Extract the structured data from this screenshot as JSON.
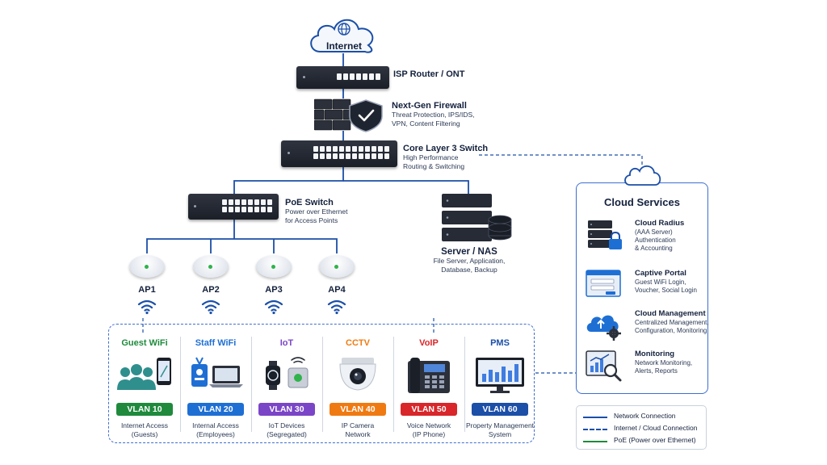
{
  "internet": {
    "label": "Internet"
  },
  "devices": {
    "isp": {
      "title": "ISP Router / ONT"
    },
    "firewall": {
      "title": "Next-Gen Firewall",
      "lines": [
        "Threat Protection, IPS/IDS,",
        "VPN, Content Filtering"
      ]
    },
    "core": {
      "title": "Core Layer 3 Switch",
      "lines": [
        "High Performance",
        "Routing & Switching"
      ]
    },
    "poe": {
      "title": "PoE Switch",
      "lines": [
        "Power over Ethernet",
        "for Access Points"
      ]
    },
    "server": {
      "title": "Server / NAS",
      "lines": [
        "File Server, Application,",
        "Database, Backup"
      ]
    }
  },
  "access_points": [
    "AP1",
    "AP2",
    "AP3",
    "AP4"
  ],
  "vlans": [
    {
      "name": "Guest WiFi",
      "badge": "VLAN 10",
      "desc": [
        "Internet Access",
        "(Guests)"
      ],
      "color": "#1f8a3c",
      "icon": "users-phone-icon"
    },
    {
      "name": "Staff WiFi",
      "badge": "VLAN 20",
      "desc": [
        "Internal Access",
        "(Employees)"
      ],
      "color": "#1e6fd4",
      "icon": "badge-laptop-icon"
    },
    {
      "name": "IoT",
      "badge": "VLAN 30",
      "desc": [
        "IoT Devices",
        "(Segregated)"
      ],
      "color": "#7b45c7",
      "icon": "watch-sensor-icon"
    },
    {
      "name": "CCTV",
      "badge": "VLAN 40",
      "desc": [
        "IP Camera",
        "Network"
      ],
      "color": "#f07a12",
      "icon": "camera-icon"
    },
    {
      "name": "VoIP",
      "badge": "VLAN 50",
      "desc": [
        "Voice Network",
        "(IP Phone)"
      ],
      "color": "#d8262a",
      "icon": "ip-phone-icon"
    },
    {
      "name": "PMS",
      "badge": "VLAN 60",
      "desc": [
        "Property Management",
        "System"
      ],
      "color": "#1b4fa8",
      "icon": "monitor-chart-icon"
    }
  ],
  "cloud_services": {
    "title": "Cloud Services",
    "items": [
      {
        "title": "Cloud Radius",
        "lines": [
          "(AAA Server)",
          "Authentication",
          "& Accounting"
        ],
        "icon": "server-lock-icon"
      },
      {
        "title": "Captive Portal",
        "lines": [
          "Guest WiFi Login,",
          "Voucher, Social Login"
        ],
        "icon": "login-window-icon"
      },
      {
        "title": "Cloud Management",
        "lines": [
          "Centralized Management,",
          "Configuration, Monitoring"
        ],
        "icon": "cloud-gear-icon"
      },
      {
        "title": "Monitoring",
        "lines": [
          "Network Monitoring,",
          "Alerts, Reports"
        ],
        "icon": "chart-magnifier-icon"
      }
    ]
  },
  "legend": [
    {
      "label": "Network Connection",
      "style": "solid",
      "color": "#1b4fa8"
    },
    {
      "label": "Internet / Cloud Connection",
      "style": "dashed",
      "color": "#1b4fa8"
    },
    {
      "label": "PoE (Power over Ethernet)",
      "style": "solid",
      "color": "#1f8a3c"
    }
  ]
}
